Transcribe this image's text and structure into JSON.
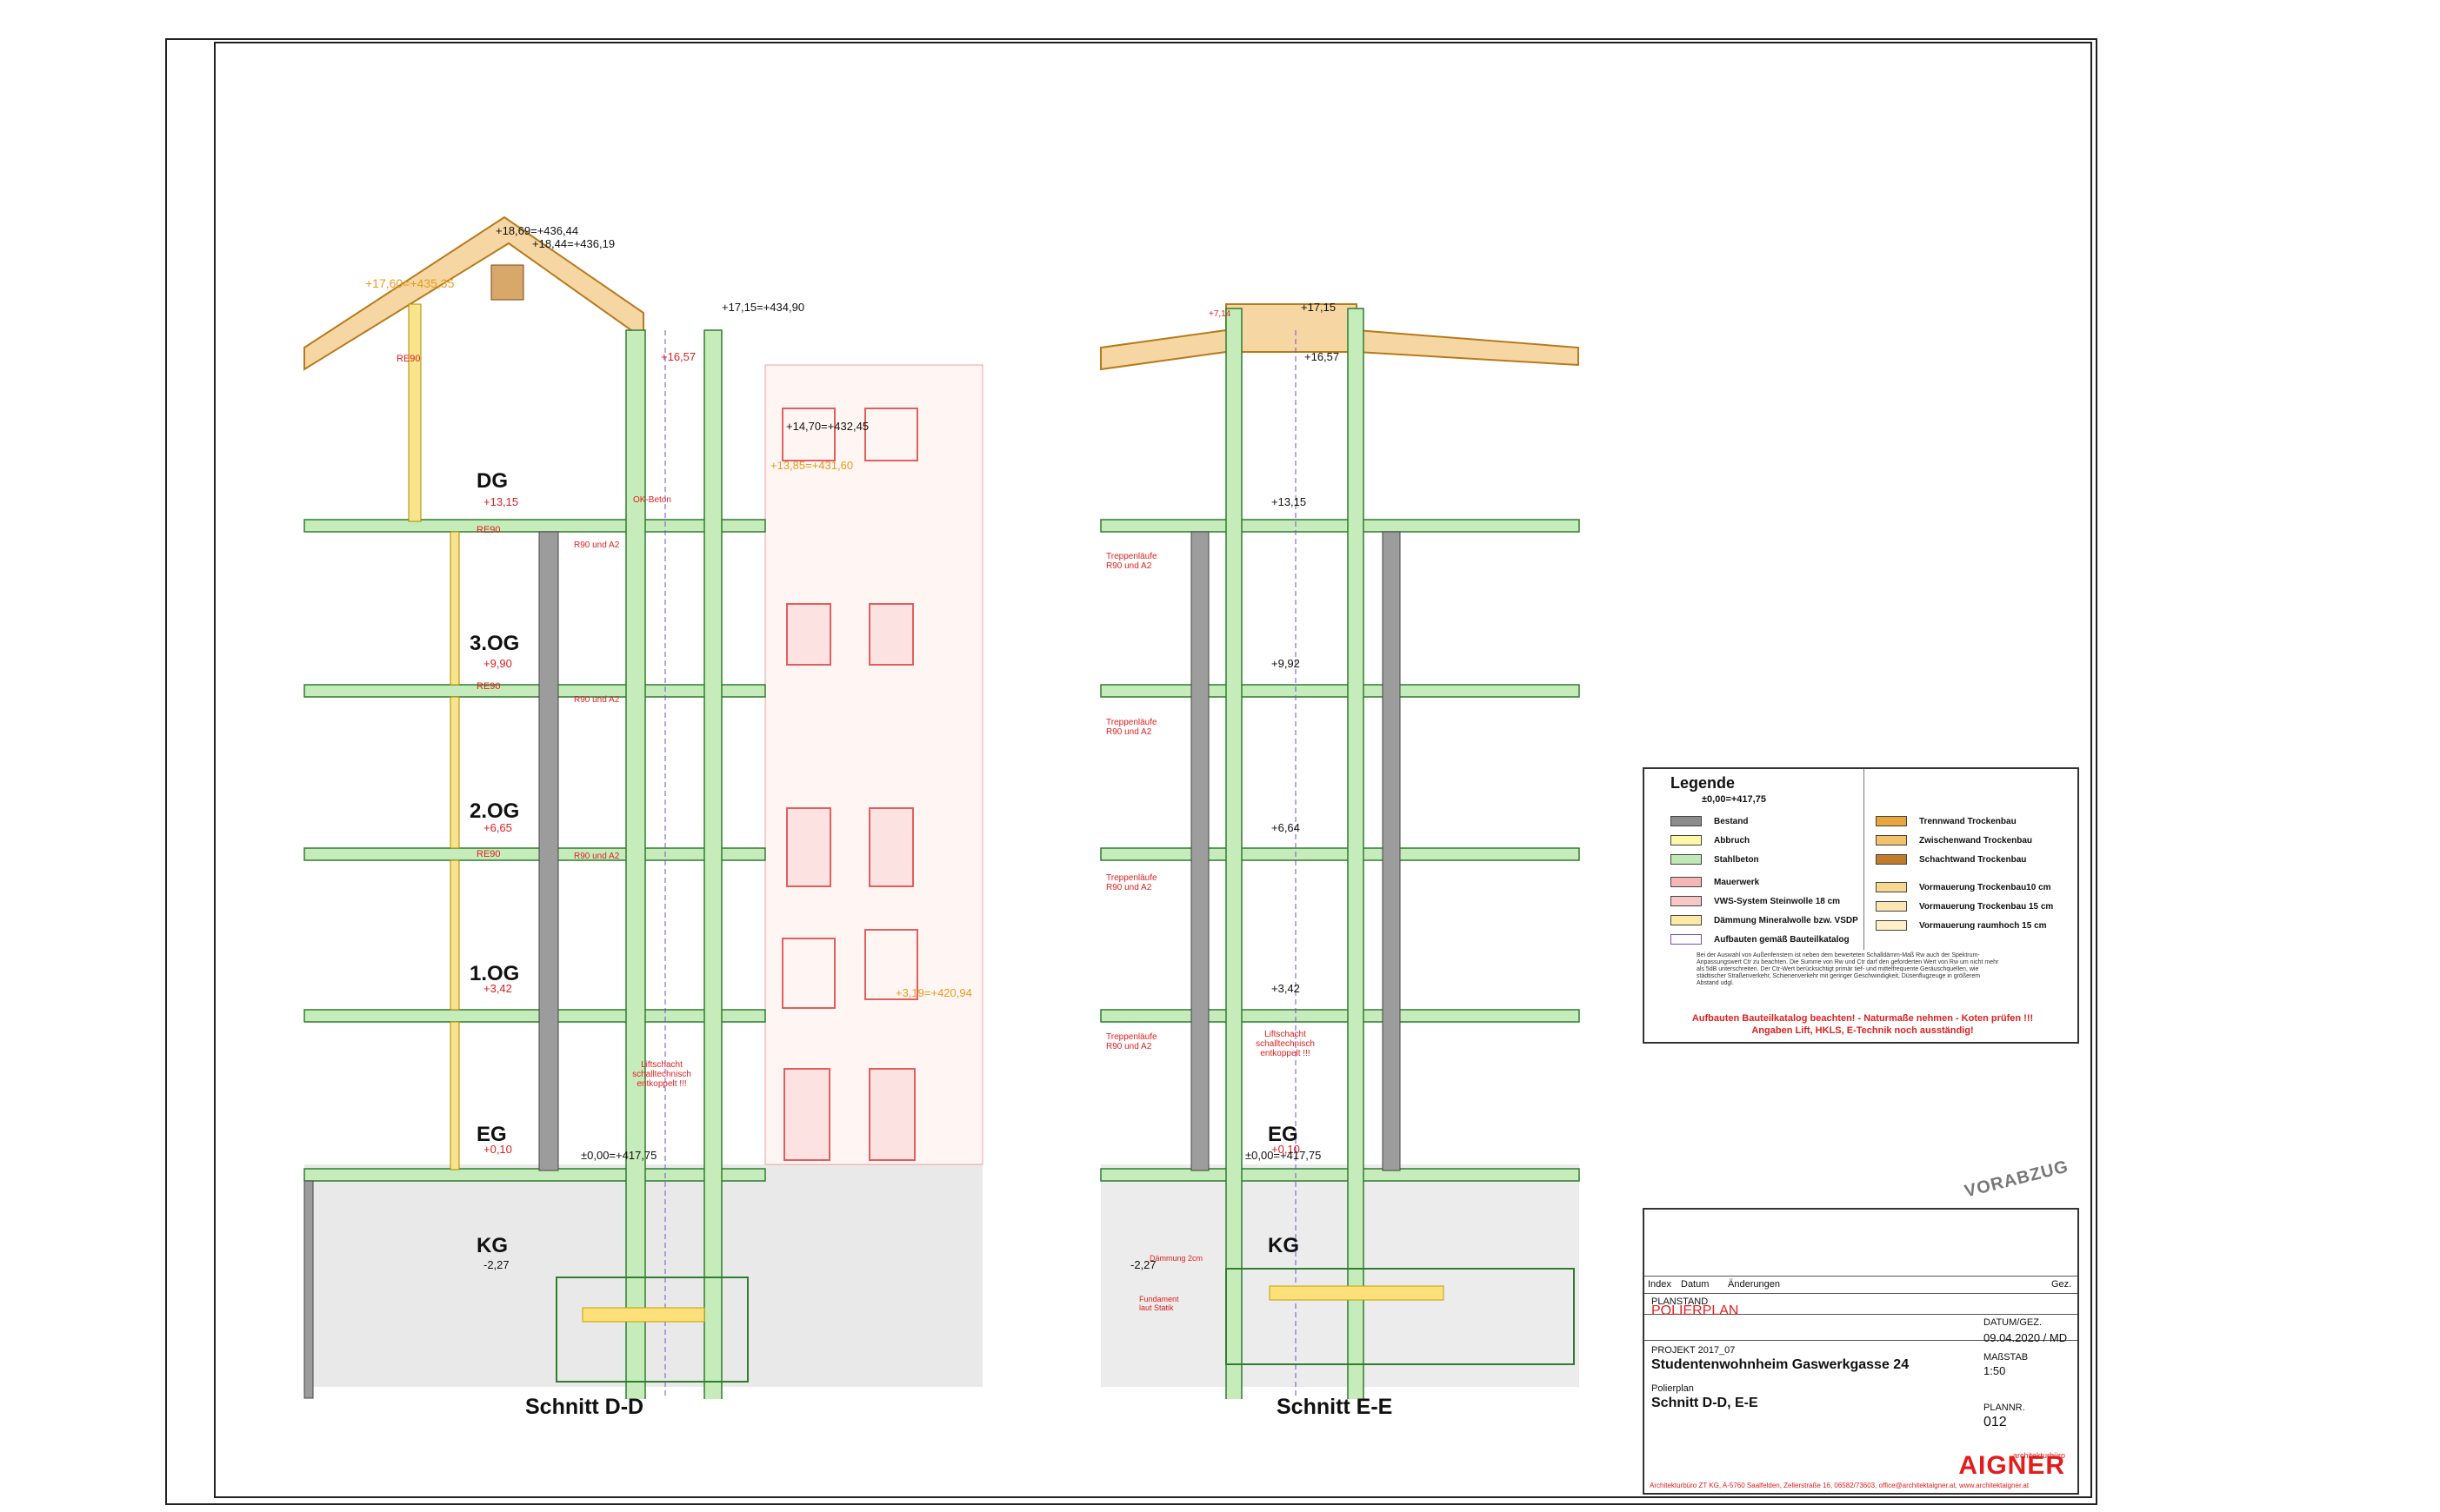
{
  "views": {
    "left_title": "Schnitt D-D",
    "right_title": "Schnitt E-E"
  },
  "floors": [
    "DG",
    "3.OG",
    "2.OG",
    "1.OG",
    "EG",
    "KG"
  ],
  "left_levels": {
    "dg": "+13,15",
    "og3": "+9,90",
    "og2": "+6,65",
    "og1": "+3,42",
    "eg": "+0,10",
    "kg": "-2,27"
  },
  "right_levels": {
    "dg": "+13,15",
    "og3": "+9,92",
    "og2": "+6,64",
    "og1": "+3,42",
    "eg": "+0,10",
    "kg": "-2,27"
  },
  "eg_reference": "±0,00=+417,75",
  "top_elevations": {
    "ridge_left": "+18,69=+436,44",
    "ridge_left2": "+18,44=+436,19",
    "eave_left": "+17,60=+435,35",
    "roof_mid": "+17,15=+434,90",
    "shaft_top_left": "+16,57",
    "shaft_top_right": "+16,57",
    "roof_right": "+17,15",
    "roof_right_left": "+7,14",
    "neighbour_1": "+14,70=+432,45",
    "neighbour_2": "+13,85=+431,60",
    "neighbour_3": "+3,19=+420,94"
  },
  "marks": {
    "re90": "RE90",
    "r90a2": "R90 und A2",
    "treppen": "Treppenläufe R90 und A2",
    "lift": "Liftschacht schalltechnisch entkoppelt !!!",
    "ok_beton": "OK-Beton",
    "fundament": "Fundament laut Statik",
    "daemmung": "Dämmung 2cm"
  },
  "legend": {
    "title": "Legende",
    "level": "±0,00=+417,75",
    "left_items": [
      "Bestand",
      "Abbruch",
      "Stahlbeton",
      "Mauerwerk",
      "VWS-System Steinwolle 18 cm",
      "Dämmung Mineralwolle bzw. VSDP",
      "Aufbauten gemäß Bauteilkatalog"
    ],
    "right_items": [
      "Trennwand Trockenbau",
      "Zwischenwand Trockenbau",
      "Schachtwand Trockenbau",
      "Vormauerung Trockenbau10 cm",
      "Vormauerung Trockenbau 15 cm",
      "Vormauerung raumhoch 15 cm"
    ],
    "note": "Bei der Auswahl von Außenfenstern ist neben dem bewerteten Schalldämm-Maß Rw auch der Spektrum-Anpassungswert Ctr zu beachten. Die Summe von Rw und Ctr darf den geforderten Wert von Rw um nicht mehr als 5dB unterschreiten. Der Ctr-Wert berücksichtigt primär tief- und mittelfrequente Geräuschquellen, wie städtischer Straßenverkehr, Schienenverkehr mit geringer Geschwindigkeit, Düsenflugzeuge in größerem Abstand udgl.",
    "warning_1": "Aufbauten Bauteilkatalog beachten! - Naturmaße nehmen - Koten prüfen !!!",
    "warning_2": "Angaben Lift, HKLS, E-Technik noch ausständig!",
    "colors": {
      "bestand": "#8c8c8c",
      "abbruch": "#fff7a8",
      "stahlbeton": "#bfe8b4",
      "mauerwerk": "#f4b6b6",
      "vws": "#f7c6c6",
      "daemmung": "#fde9a6",
      "trockenbau": "#e8a53c"
    }
  },
  "stamp": "VORABZUG",
  "titleblock": {
    "col_index": "Index",
    "col_datum": "Datum",
    "col_aenderungen": "Änderungen",
    "col_gez": "Gez.",
    "planstand_label": "PLANSTAND",
    "planstand": "POLIERPLAN",
    "projekt_label": "PROJEKT 2017_07",
    "projekt": "Studentenwohnheim Gaswerkgasse 24",
    "datum_label": "DATUM/GEZ.",
    "datum": "09.04.2020 / MD",
    "massstab_label": "MAßSTAB",
    "massstab": "1:50",
    "plan_label": "Polierplan",
    "plan": "Schnitt D-D, E-E",
    "plannr_label": "PLANNR.",
    "plannr": "012",
    "office_small": "architekturbüro",
    "office": "AIGNER",
    "address": "Architekturbüro ZT KG, A-5760 Saalfelden, Zellerstraße 16, 06582/73603, office@architektaigner.at, www.architektaigner.at"
  }
}
